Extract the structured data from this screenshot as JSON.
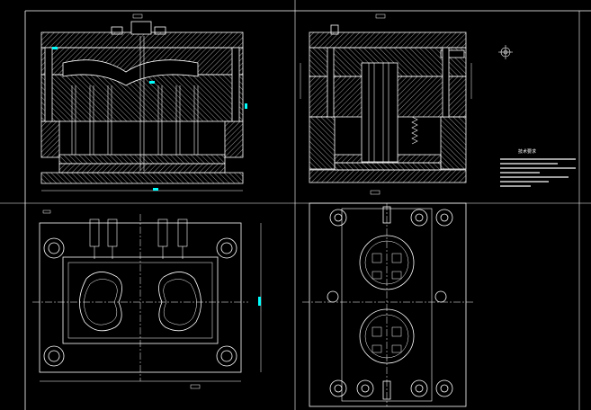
{
  "canvas": {
    "background": "#000000",
    "line_color": "#ffffff",
    "accent_color": "#00ffff",
    "dim_color": "#e0e0e0"
  },
  "views": [
    {
      "id": "front-section",
      "kind": "sectional elevation"
    },
    {
      "id": "side-section",
      "kind": "sectional side elevation"
    },
    {
      "id": "plan-fixed-half",
      "kind": "plan view with twin heart-shaped cavities"
    },
    {
      "id": "plan-moving-half",
      "kind": "plan view with twin round cavities"
    }
  ],
  "notes": {
    "title": "技术要求"
  },
  "icons": {
    "projection-symbol": "projection-symbol-icon"
  }
}
